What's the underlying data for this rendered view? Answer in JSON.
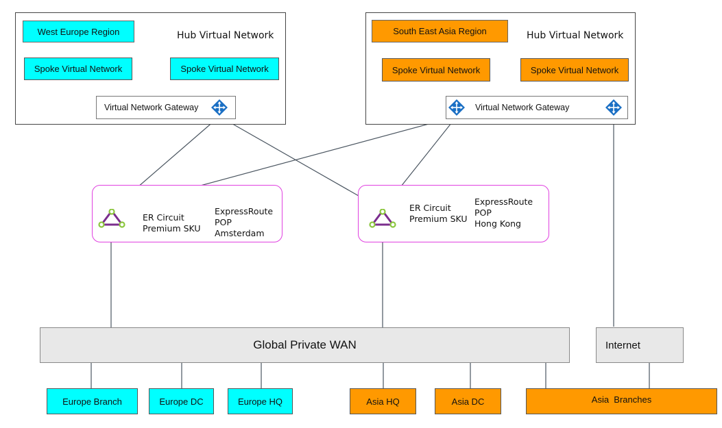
{
  "colors": {
    "europe": "#00ffff",
    "asia": "#ff9900",
    "gray": "#e8e8e8",
    "er_border": "#e040e0",
    "gateway_icon": "#1a6fc4",
    "er_icon": "#7b2d8e",
    "er_node": "#8cc63f"
  },
  "regions": {
    "west_europe": {
      "label": "West Europe Region",
      "hub": "Hub Virtual Network",
      "spokes": [
        "Spoke Virtual Network",
        "Spoke Virtual Network"
      ],
      "gateway": "Virtual Network Gateway",
      "icons": [
        "router-icon"
      ]
    },
    "southeast_asia": {
      "label": "South East Asia Region",
      "hub": "Hub Virtual Network",
      "spokes": [
        "Spoke Virtual Network",
        "Spoke Virtual Network"
      ],
      "gateway": "Virtual Network Gateway",
      "icons": [
        "router-icon",
        "router-icon"
      ]
    }
  },
  "er_circuits": [
    {
      "name": "ER Circuit\nPremium SKU",
      "pop": "ExpressRoute\nPOP\nAmsterdam",
      "icon": "expressroute-icon"
    },
    {
      "name": "ER Circuit\nPremium SKU",
      "pop": "ExpressRoute\nPOP\nHong Kong",
      "icon": "expressroute-icon"
    }
  ],
  "wan": "Global Private WAN",
  "internet": "Internet",
  "sites": {
    "europe": [
      "Europe Branch",
      "Europe DC",
      "Europe HQ"
    ],
    "asia": [
      "Asia HQ",
      "Asia DC",
      "Asia  Branches"
    ]
  }
}
